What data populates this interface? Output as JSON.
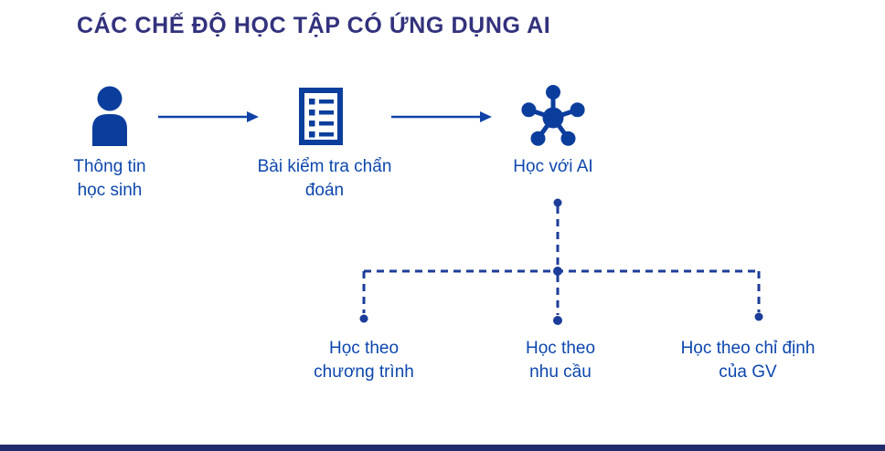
{
  "title": "CÁC CHẾ ĐỘ HỌC TẬP CÓ ỨNG DỤNG AI",
  "colors": {
    "background": "#ffffff",
    "title_color": "#32327d",
    "label_color": "#0d47ad",
    "icon_color": "#0b3e9c",
    "arrow_color": "#1143a6",
    "dashed_color": "#1c3d99",
    "footer_color": "#212c6d"
  },
  "flow": {
    "steps": [
      {
        "id": "student-info",
        "icon": "person-icon",
        "label_lines": [
          "Thông tin",
          "học sinh"
        ]
      },
      {
        "id": "diagnostic-test",
        "icon": "checklist-icon",
        "label_lines": [
          "Bài kiểm tra chẩn",
          "đoán"
        ]
      },
      {
        "id": "learn-with-ai",
        "icon": "ai-network-icon",
        "label_lines": [
          "Học với AI",
          ""
        ]
      }
    ]
  },
  "branches": [
    {
      "id": "by-curriculum",
      "label_lines": [
        "Học theo",
        "chương trình"
      ]
    },
    {
      "id": "by-need",
      "label_lines": [
        "Học theo",
        "nhu cầu"
      ]
    },
    {
      "id": "by-teacher-direction",
      "label_lines": [
        "Học theo chỉ định",
        "của GV"
      ]
    }
  ]
}
